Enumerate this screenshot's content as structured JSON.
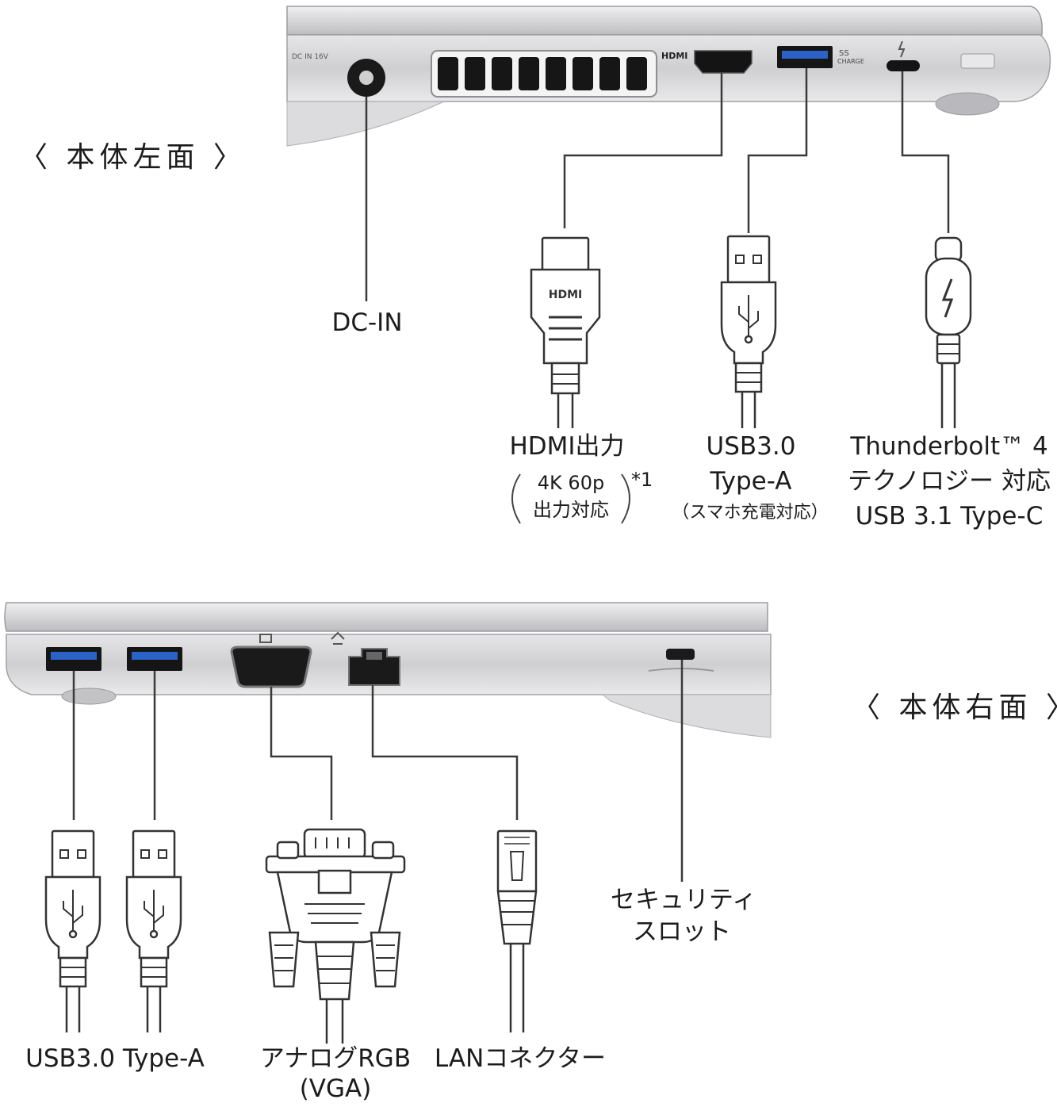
{
  "left_view": {
    "title": "〈 本体左面 〉",
    "labels": {
      "dc_in": "DC-IN",
      "hdmi": "HDMI出力",
      "hdmi_note_line1": "4K 60p",
      "hdmi_note_line2": "出力対応",
      "hdmi_footnote": "*1",
      "usb_line1": "USB3.0",
      "usb_line2": "Type-A",
      "usb_note": "（スマホ充電対応）",
      "tb_line1": "Thunderbolt™ 4",
      "tb_line2": "テクノロジー 対応",
      "tb_line3": "USB 3.1 Type-C"
    },
    "chassis_markings": {
      "dc": "DC IN 16V",
      "hdmi": "HDMI",
      "usb": "SS",
      "charge": "CHARGE"
    },
    "connector_markings": {
      "hdmi": "HDMI"
    }
  },
  "right_view": {
    "title": "〈 本体右面 〉",
    "labels": {
      "usb": "USB3.0 Type-A",
      "vga_line1": "アナログRGB",
      "vga_line2": "(VGA)",
      "lan": "LANコネクター",
      "security_line1": "セキュリティ",
      "security_line2": "スロット"
    }
  },
  "colors": {
    "chassis": "#d4d4d6",
    "chassis_dark": "#a9a9ad",
    "port": "#111111",
    "usb_blue": "#2a62c8",
    "line": "#3a3a3a"
  }
}
